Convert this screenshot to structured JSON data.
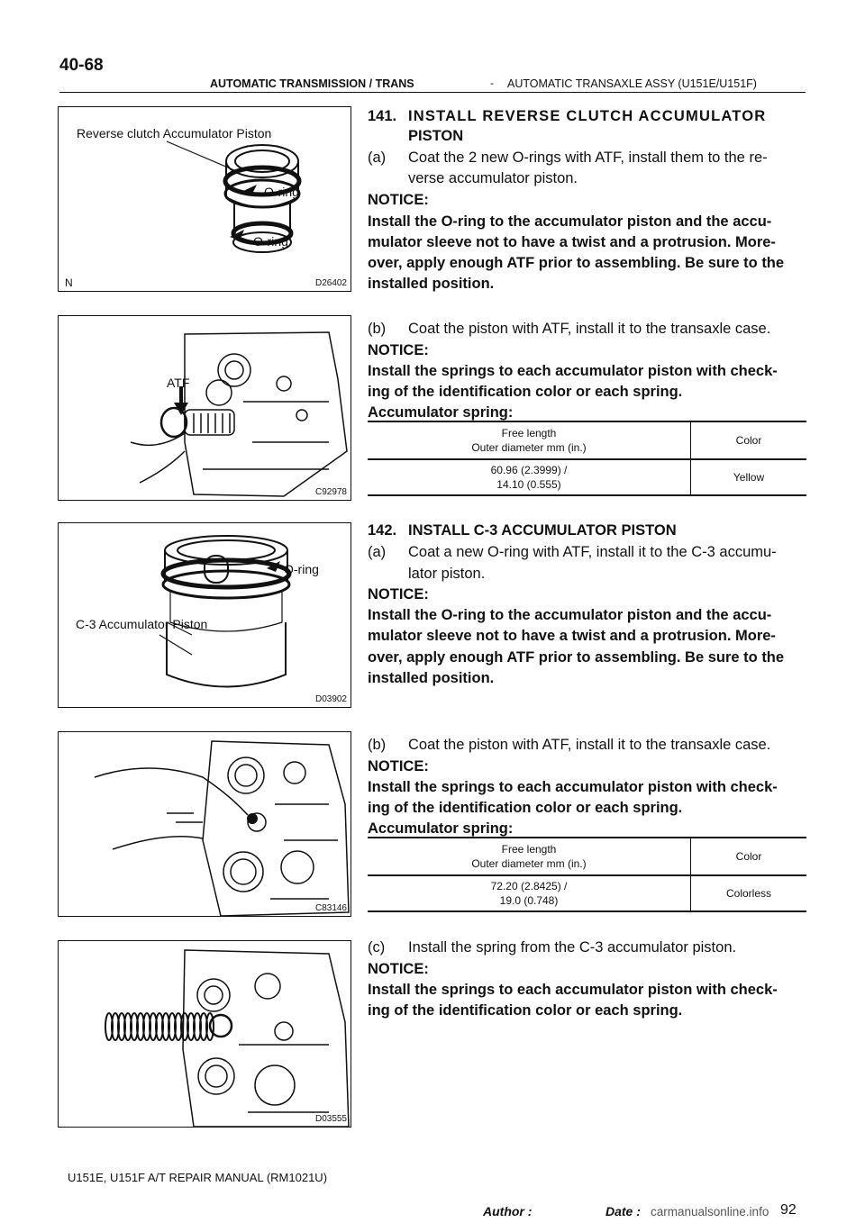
{
  "header": {
    "page_number": "40-68",
    "section": "AUTOMATIC TRANSMISSION / TRANS",
    "separator": "-",
    "subsection": "AUTOMATIC TRANSAXLE ASSY (U151E/U151F)"
  },
  "figures": [
    {
      "code": "D26402",
      "labels": [
        "Reverse clutch Accumulator Piston",
        "O-ring",
        "O-ring"
      ],
      "corner": "N"
    },
    {
      "code": "C92978",
      "labels": [
        "ATF"
      ]
    },
    {
      "code": "D03902",
      "labels": [
        "O-ring",
        "C-3 Accumulator Piston"
      ]
    },
    {
      "code": "C83146"
    },
    {
      "code": "D03555"
    }
  ],
  "steps": {
    "s141": {
      "number": "141.",
      "title_line1": "INSTALL REVERSE CLUTCH ACCUMULATOR",
      "title_line2": "PISTON",
      "a_label": "(a)",
      "a_line1": "Coat the 2 new O-rings with ATF, install them to the re-",
      "a_line2": "verse accumulator piston.",
      "notice1_title": "NOTICE:",
      "notice1_lines": [
        "Install the O-ring to the accumulator piston and the accu-",
        "mulator sleeve not to have a twist and a protrusion. More-",
        "over, apply enough ATF prior to assembling. Be sure to the",
        "installed position."
      ],
      "b_label": "(b)",
      "b_line1": "Coat the piston with ATF, install it to the transaxle case.",
      "notice2_title": "NOTICE:",
      "notice2_lines": [
        "Install the springs to each accumulator piston with check-",
        "ing of the identification color or each spring."
      ],
      "spring_title": "Accumulator spring:",
      "table": {
        "head_c1_l1": "Free length",
        "head_c1_l2": "Outer diameter mm (in.)",
        "head_c2": "Color",
        "row_c1_l1": "60.96 (2.3999) /",
        "row_c1_l2": "14.10 (0.555)",
        "row_c2": "Yellow"
      }
    },
    "s142": {
      "number": "142.",
      "title_line1": "INSTALL C-3 ACCUMULATOR PISTON",
      "a_label": "(a)",
      "a_line1": "Coat a new O-ring with ATF, install it to the C-3 accumu-",
      "a_line2": "lator piston.",
      "notice1_title": "NOTICE:",
      "notice1_lines": [
        "Install the O-ring to the accumulator piston and the accu-",
        "mulator sleeve not to have a twist and a protrusion. More-",
        "over, apply enough ATF prior to assembling. Be sure to the",
        "installed position."
      ],
      "b_label": "(b)",
      "b_line1": "Coat the piston with ATF, install it to the transaxle case.",
      "notice2_title": "NOTICE:",
      "notice2_lines": [
        "Install the springs to each accumulator piston with check-",
        "ing of the identification color or each spring."
      ],
      "spring_title": "Accumulator spring:",
      "table": {
        "head_c1_l1": "Free length",
        "head_c1_l2": "Outer diameter mm (in.)",
        "head_c2": "Color",
        "row_c1_l1": "72.20 (2.8425) /",
        "row_c1_l2": "19.0 (0.748)",
        "row_c2": "Colorless"
      },
      "c_label": "(c)",
      "c_line1": "Install the spring from the C-3 accumulator piston.",
      "notice3_title": "NOTICE:",
      "notice3_lines": [
        "Install the springs to each accumulator piston with check-",
        "ing of the identification color or each spring."
      ]
    }
  },
  "footer": {
    "manual": "U151E, U151F A/T REPAIR MANUAL   (RM1021U)",
    "author_label": "Author :",
    "date_label": "Date :",
    "page": "92",
    "watermark": "carmanualsonline.info"
  }
}
